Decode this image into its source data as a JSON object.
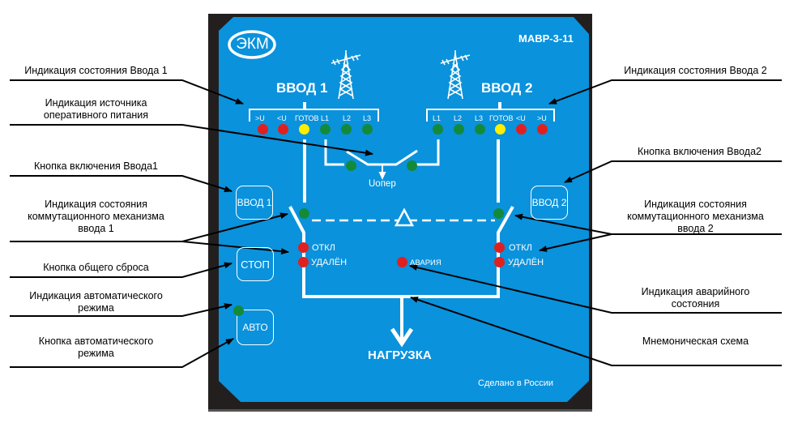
{
  "colors": {
    "panel_blue": "#0a92dc",
    "frame_dark": "#231f1f",
    "led_red": "#e02020",
    "led_yellow": "#ffee00",
    "led_green": "#138a3a",
    "line_white": "#ffffff"
  },
  "panel": {
    "brand_logo": "ЭКМ",
    "model": "МАВР-3-11",
    "input1_title": "ВВОД 1",
    "input2_title": "ВВОД 2",
    "input1_leds": [
      {
        "label": ">U",
        "state": "red"
      },
      {
        "label": "<U",
        "state": "red"
      },
      {
        "label": "ГОТОВ",
        "state": "yellow"
      },
      {
        "label": "L1",
        "state": "green"
      },
      {
        "label": "L2",
        "state": "green"
      },
      {
        "label": "L3",
        "state": "green"
      }
    ],
    "input2_leds": [
      {
        "label": "L1",
        "state": "green"
      },
      {
        "label": "L2",
        "state": "green"
      },
      {
        "label": "L3",
        "state": "green"
      },
      {
        "label": "ГОТОВ",
        "state": "yellow"
      },
      {
        "label": "<U",
        "state": "red"
      },
      {
        "label": ">U",
        "state": "red"
      }
    ],
    "uoper_label": "Uопер",
    "buttons": {
      "input1": "ВВОД 1",
      "input2": "ВВОД 2",
      "stop": "СТОП",
      "auto": "АВТО"
    },
    "off_label": "ОТКЛ",
    "remote_label": "УДАЛЁН",
    "alarm_label": "АВАРИЯ",
    "load_label": "НАГРУЗКА",
    "made_in": "Сделано в России"
  },
  "callouts_left": [
    {
      "id": "input1-state",
      "lines": [
        "Индикация состояния Ввода 1"
      ]
    },
    {
      "id": "oper-power",
      "lines": [
        "Индикация источника",
        "оперативного питания"
      ]
    },
    {
      "id": "input1-button",
      "lines": [
        "Кнопка включения Ввода1"
      ]
    },
    {
      "id": "input1-switch",
      "lines": [
        "Индикация состояния",
        "коммутационного механизма",
        "ввода 1"
      ]
    },
    {
      "id": "reset-button",
      "lines": [
        "Кнопка общего сброса"
      ]
    },
    {
      "id": "auto-indicator",
      "lines": [
        "Индикация автоматического",
        "режима"
      ]
    },
    {
      "id": "auto-button",
      "lines": [
        "Кнопка автоматического",
        "режима"
      ]
    }
  ],
  "callouts_right": [
    {
      "id": "input2-state",
      "lines": [
        "Индикация состояния Ввода 2"
      ]
    },
    {
      "id": "input2-button",
      "lines": [
        "Кнопка включения Ввода2"
      ]
    },
    {
      "id": "input2-switch",
      "lines": [
        "Индикация состояния",
        "коммутационного механизма",
        "ввода 2"
      ]
    },
    {
      "id": "alarm-state",
      "lines": [
        "Индикация аварийного",
        "состояния"
      ]
    },
    {
      "id": "mnemonic",
      "lines": [
        "Мнемоническая схема"
      ]
    }
  ]
}
